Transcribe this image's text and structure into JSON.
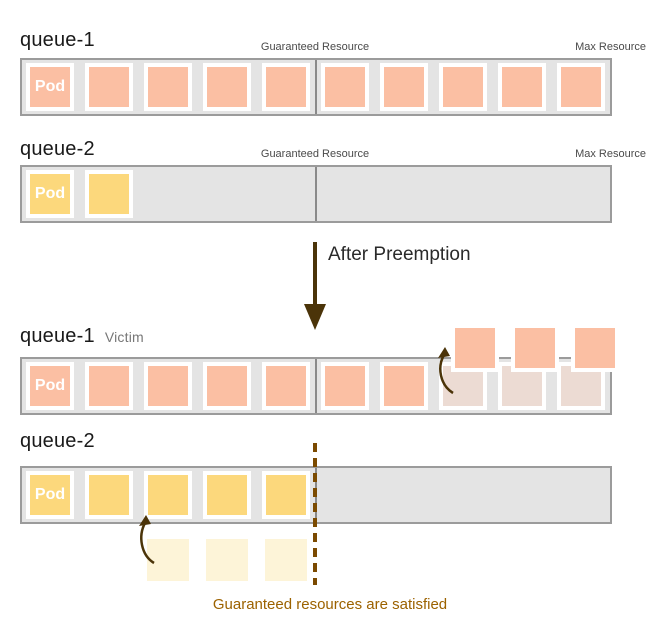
{
  "colors": {
    "pod_salmon": "#fbbfa3",
    "pod_salmon_faded": "#ecdbd3",
    "pod_yellow": "#fcd87c",
    "pod_yellow_faded": "#fdf4d8",
    "bar_bg": "#e4e4e4",
    "bar_border": "#9b9b9b",
    "divider_grey": "#8a8a8a",
    "arrow_brown": "#4b3409",
    "dash_brown": "#7b4a00",
    "annotation_brown": "#9c6200",
    "title_grey": "#777777",
    "label_grey": "#4a4a4a"
  },
  "before": {
    "queue1": {
      "title": "queue-1",
      "guaranteed_label": "Guaranteed Resource",
      "max_label": "Max Resource",
      "pods_left": [
        {
          "type": "salmon",
          "label": "Pod"
        },
        {
          "type": "salmon"
        },
        {
          "type": "salmon"
        },
        {
          "type": "salmon"
        },
        {
          "type": "salmon"
        }
      ],
      "pods_right": [
        {
          "type": "salmon"
        },
        {
          "type": "salmon"
        },
        {
          "type": "salmon"
        },
        {
          "type": "salmon"
        },
        {
          "type": "salmon"
        }
      ]
    },
    "queue2": {
      "title": "queue-2",
      "guaranteed_label": "Guaranteed Resource",
      "max_label": "Max Resource",
      "pods_left": [
        {
          "type": "yellow",
          "label": "Pod"
        },
        {
          "type": "yellow"
        }
      ],
      "pods_right": []
    }
  },
  "transition": {
    "label": "After Preemption"
  },
  "after": {
    "queue1": {
      "title": "queue-1",
      "subtitle": "Victim",
      "pods_left": [
        {
          "type": "salmon",
          "label": "Pod"
        },
        {
          "type": "salmon"
        },
        {
          "type": "salmon"
        },
        {
          "type": "salmon"
        },
        {
          "type": "salmon"
        }
      ],
      "pods_right": [
        {
          "type": "salmon"
        },
        {
          "type": "salmon"
        },
        {
          "type": "salmon-faded"
        },
        {
          "type": "salmon-faded"
        },
        {
          "type": "salmon-faded"
        }
      ],
      "evicted_pods": [
        {
          "type": "salmon"
        },
        {
          "type": "salmon"
        },
        {
          "type": "salmon"
        }
      ]
    },
    "queue2": {
      "title": "queue-2",
      "pods_left": [
        {
          "type": "yellow",
          "label": "Pod"
        },
        {
          "type": "yellow"
        },
        {
          "type": "yellow"
        },
        {
          "type": "yellow"
        },
        {
          "type": "yellow"
        }
      ],
      "pods_right": [],
      "incoming_pods": [
        {
          "type": "yellow-faded"
        },
        {
          "type": "yellow-faded"
        },
        {
          "type": "yellow-faded"
        }
      ],
      "annotation": "Guaranteed resources are satisfied"
    }
  }
}
